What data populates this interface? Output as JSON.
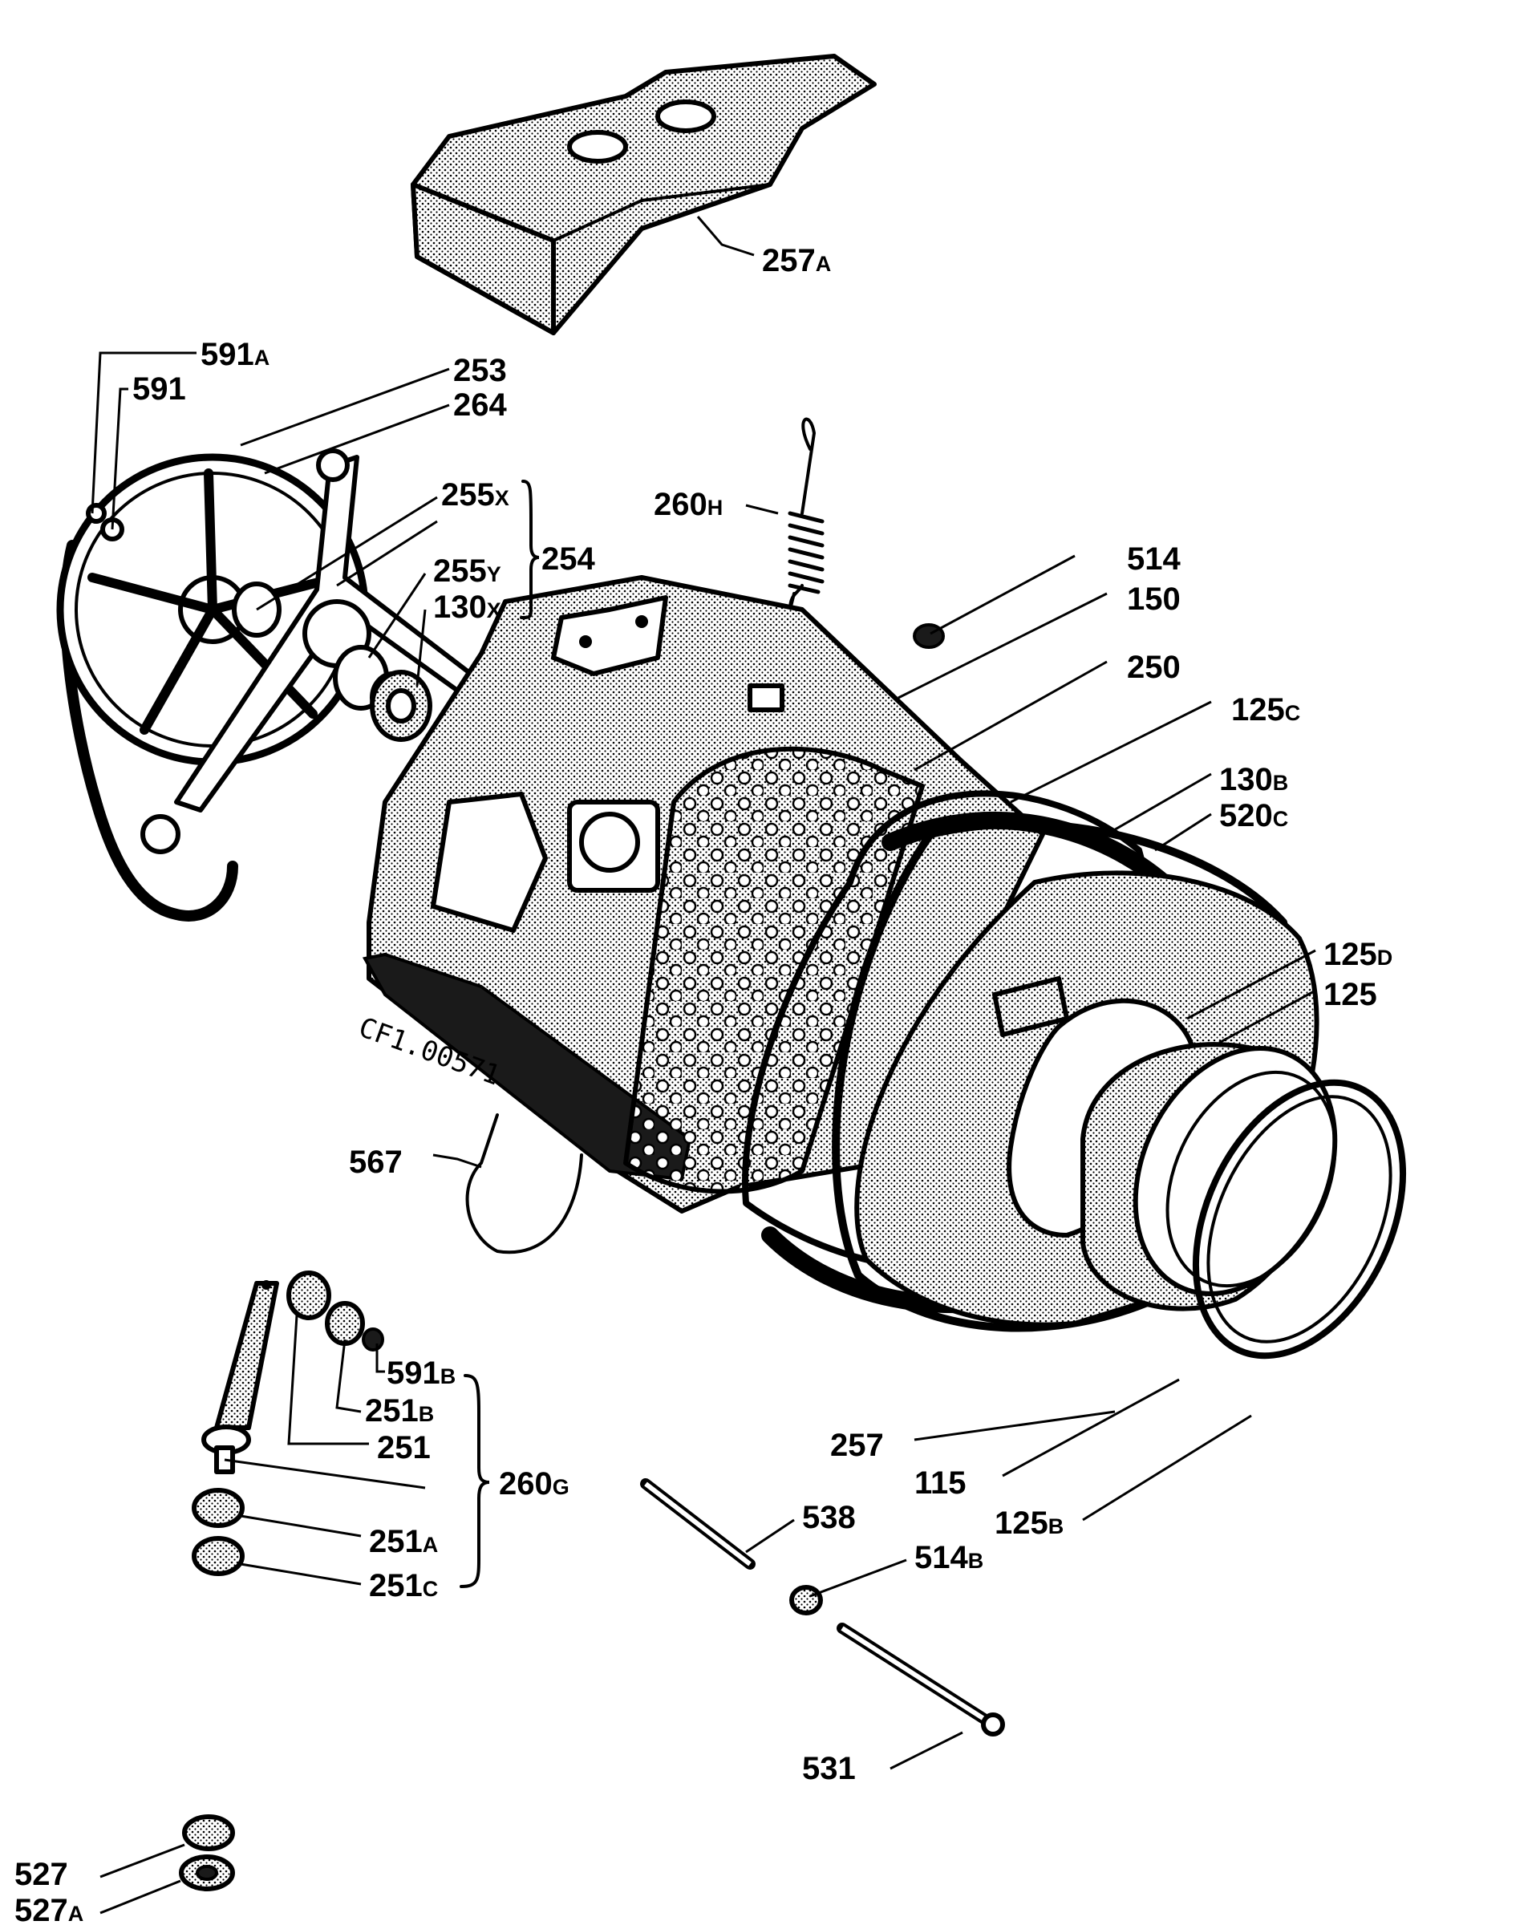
{
  "drawing_code": "CF1.00571",
  "labels": {
    "l257a": {
      "num": "257",
      "suf": "A"
    },
    "l591a": {
      "num": "591",
      "suf": "A"
    },
    "l591": {
      "num": "591",
      "suf": ""
    },
    "l253": {
      "num": "253",
      "suf": ""
    },
    "l264": {
      "num": "264",
      "suf": ""
    },
    "l255x": {
      "num": "255",
      "suf": "X"
    },
    "l254": {
      "num": "254",
      "suf": ""
    },
    "l255y": {
      "num": "255",
      "suf": "Y"
    },
    "l130x": {
      "num": "130",
      "suf": "X"
    },
    "l260h": {
      "num": "260",
      "suf": "H"
    },
    "l514": {
      "num": "514",
      "suf": ""
    },
    "l150": {
      "num": "150",
      "suf": ""
    },
    "l250": {
      "num": "250",
      "suf": ""
    },
    "l125c": {
      "num": "125",
      "suf": "C"
    },
    "l130b": {
      "num": "130",
      "suf": "B"
    },
    "l520c": {
      "num": "520",
      "suf": "C"
    },
    "l125d": {
      "num": "125",
      "suf": "D"
    },
    "l125": {
      "num": "125",
      "suf": ""
    },
    "l567": {
      "num": "567",
      "suf": ""
    },
    "l591b": {
      "num": "591",
      "suf": "B"
    },
    "l251b": {
      "num": "251",
      "suf": "B"
    },
    "l251": {
      "num": "251",
      "suf": ""
    },
    "l260g": {
      "num": "260",
      "suf": "G"
    },
    "l251a": {
      "num": "251",
      "suf": "A"
    },
    "l251c": {
      "num": "251",
      "suf": "C"
    },
    "l257": {
      "num": "257",
      "suf": ""
    },
    "l115": {
      "num": "115",
      "suf": ""
    },
    "l125b": {
      "num": "125",
      "suf": "B"
    },
    "l538": {
      "num": "538",
      "suf": ""
    },
    "l514b": {
      "num": "514",
      "suf": "B"
    },
    "l531": {
      "num": "531",
      "suf": ""
    },
    "l527": {
      "num": "527",
      "suf": ""
    },
    "l527a": {
      "num": "527",
      "suf": "A"
    }
  }
}
